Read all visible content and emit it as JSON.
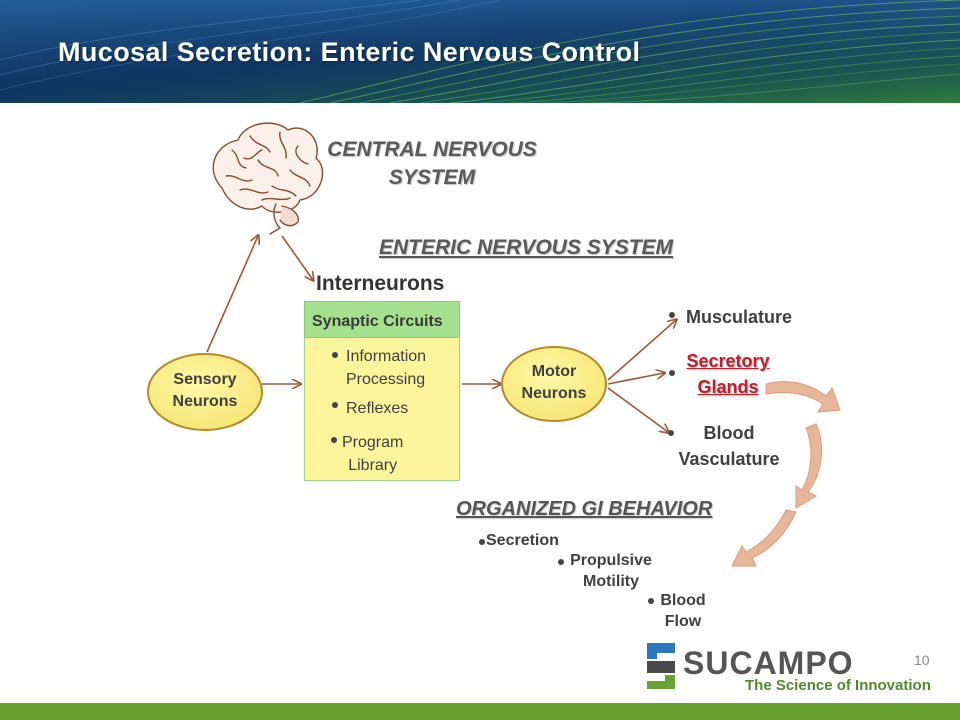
{
  "slide": {
    "title": "Mucosal Secretion: Enteric Nervous Control",
    "page_number": "10"
  },
  "diagram": {
    "cns_line1": "CENTRAL NERVOUS",
    "cns_line2": "SYSTEM",
    "ens_label": "ENTERIC NERVOUS SYSTEM",
    "interneurons_label": "Interneurons",
    "synaptic_title": "Synaptic Circuits",
    "synaptic_items": [
      {
        "line1": "Information",
        "line2": "Processing"
      },
      {
        "line1": "Reflexes"
      },
      {
        "line1": "Program",
        "line2": "Library"
      }
    ],
    "sensory_line1": "Sensory",
    "sensory_line2": "Neurons",
    "motor_line1": "Motor",
    "motor_line2": "Neurons",
    "outputs": {
      "musculature": "Musculature",
      "secretory_line1": "Secretory",
      "secretory_line2": "Glands",
      "blood_line1": "Blood",
      "blood_line2": "Vasculature"
    },
    "organized_label": "ORGANIZED GI  BEHAVIOR",
    "behaviors": {
      "secretion": "Secretion",
      "propulsive_line1": "Propulsive",
      "propulsive_line2": "Motility",
      "blood_line1": "Blood",
      "blood_line2": "Flow"
    }
  },
  "logo": {
    "name": "SUCAMPO",
    "tagline": "The Science of Innovation"
  },
  "colors": {
    "header_dark": "#0f2f57",
    "header_green": "#3e8a2a",
    "footer_green": "#6aa231",
    "ellipse_fill": "#fbef8c",
    "ellipse_stroke": "#b58a2b",
    "box_fill": "#fcf59c",
    "box_header": "#a4e08e",
    "arrow_brown": "#9a5a3a",
    "curve_arrow": "#e8b79a",
    "highlight_red": "#c0202a"
  }
}
